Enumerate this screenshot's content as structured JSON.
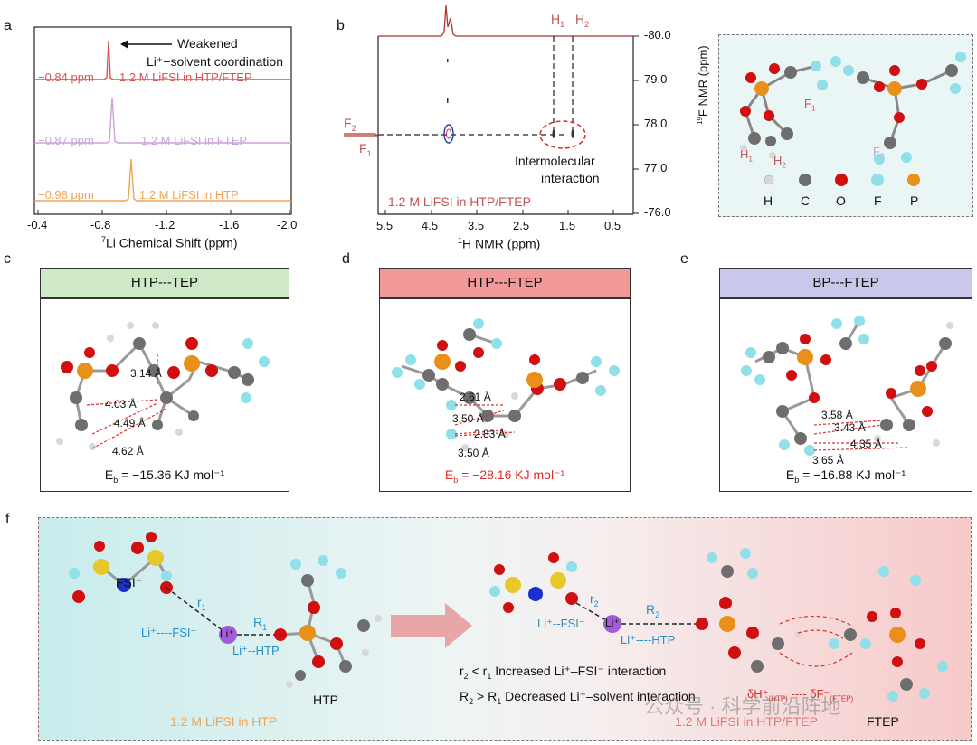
{
  "panels": {
    "a": {
      "letter": "a",
      "xlabel_sup": "7",
      "xlabel": "Li Chemical Shift (ppm)",
      "ticks": [
        "-0.4",
        "-0.8",
        "-1.2",
        "-1.6",
        "-2.0"
      ],
      "annotation_line1": "Weakened",
      "annotation_line2": "Li⁺−solvent coordination",
      "traces": [
        {
          "ppm": "−0.84 ppm",
          "label": "1.2 M LiFSI in HTP/FTEP",
          "color": "#d9534f"
        },
        {
          "ppm": "−0.87 ppm",
          "label": "1.2 M LiFSI in FTEP",
          "color": "#c9a3d9"
        },
        {
          "ppm": "−0.98 ppm",
          "label": "1.2 M LiFSI in HTP",
          "color": "#f0a458"
        }
      ]
    },
    "b": {
      "letter": "b",
      "xlabel_sup": "1",
      "xlabel": "H NMR (ppm)",
      "ylabel_sup": "19",
      "ylabel": "F NMR (ppm)",
      "xticks": [
        "5.5",
        "4.5",
        "3.5",
        "2.5",
        "1.5",
        "0.5"
      ],
      "yticks": [
        "-80.0",
        "79.0",
        "78.0",
        "77.0",
        "-76.0"
      ],
      "h1": "H",
      "h1_sub": "1",
      "h2": "H",
      "h2_sub": "2",
      "f1": "F",
      "f1_sub": "1",
      "f2": "F",
      "f2_sub": "2",
      "interaction_line1": "Intermolecular",
      "interaction_line2": "interaction",
      "sample": "1.2 M LiFSI in HTP/FTEP"
    },
    "legend": {
      "h1": "H",
      "h1_sub": "1",
      "h2": "H",
      "h2_sub": "2",
      "f1": "F",
      "f1_sub": "1",
      "f2": "F",
      "f2_sub": "2",
      "atoms": [
        {
          "label": "H",
          "color": "#d8d8d8"
        },
        {
          "label": "C",
          "color": "#6e6e6e"
        },
        {
          "label": "O",
          "color": "#d01010"
        },
        {
          "label": "F",
          "color": "#8fe0e8"
        },
        {
          "label": "P",
          "color": "#e8901a"
        }
      ]
    },
    "c": {
      "letter": "c",
      "title": "HTP---TEP",
      "title_bg": "#cfe8c6",
      "distances": [
        "3.14 Å",
        "4.03 Å",
        "4.49 Å",
        "4.62 Å"
      ],
      "eb_prefix": "E",
      "eb_sub": "b",
      "eb_value": " = −15.36 KJ mol⁻¹",
      "eb_color": "#111111"
    },
    "d": {
      "letter": "d",
      "title": "HTP---FTEP",
      "title_bg": "#f29a9a",
      "distances": [
        "2.61 Å",
        "3.50 Å",
        "2.83 Å",
        "3.50 Å"
      ],
      "eb_prefix": "E",
      "eb_sub": "b",
      "eb_value": " = −28.16 KJ mol⁻¹",
      "eb_color": "#d9302c"
    },
    "e": {
      "letter": "e",
      "title": "BP---FTEP",
      "title_bg": "#c9c8ea",
      "distances": [
        "3.58 Å",
        "3.43 Å",
        "4.35 Å",
        "3.65 Å"
      ],
      "eb_prefix": "E",
      "eb_sub": "b",
      "eb_value": " = −16.88 KJ mol⁻¹",
      "eb_color": "#111111"
    },
    "f": {
      "letter": "f",
      "fsi": "FSI⁻",
      "r1": "r",
      "r1_sub": "1",
      "R1": "R",
      "R1_sub": "1",
      "li": "Li⁺",
      "li_fsi": "Li⁺----FSI⁻",
      "li_htp": "Li⁺--HTP",
      "htp": "HTP",
      "left_sample": "1.2 M LiFSI in HTP",
      "r2": "r",
      "r2_sub": "2",
      "R2": "R",
      "R2_sub": "2",
      "li_fsi2": "Li⁺--FSI⁻",
      "li_htp2": "Li⁺----HTP",
      "line1_a": "r",
      "line1_sub1": "2",
      "line1_b": " < r",
      "line1_sub2": "1",
      "line1_c": " Increased Li⁺–FSI⁻ interaction",
      "line2_a": "R",
      "line2_sub1": "2",
      "line2_b": " > R",
      "line2_sub2": "1",
      "line2_c": " Decreased Li⁺–solvent interaction",
      "delta_h": "δH⁺",
      "delta_h_sub": "(HTP)",
      "delta_f": "δF⁻",
      "delta_f_sub": "(FTEP)",
      "ftep": "FTEP",
      "right_sample": "1.2 M LiFSI in HTP/FTEP",
      "watermark": "公众号 · 科学前沿阵地"
    }
  }
}
